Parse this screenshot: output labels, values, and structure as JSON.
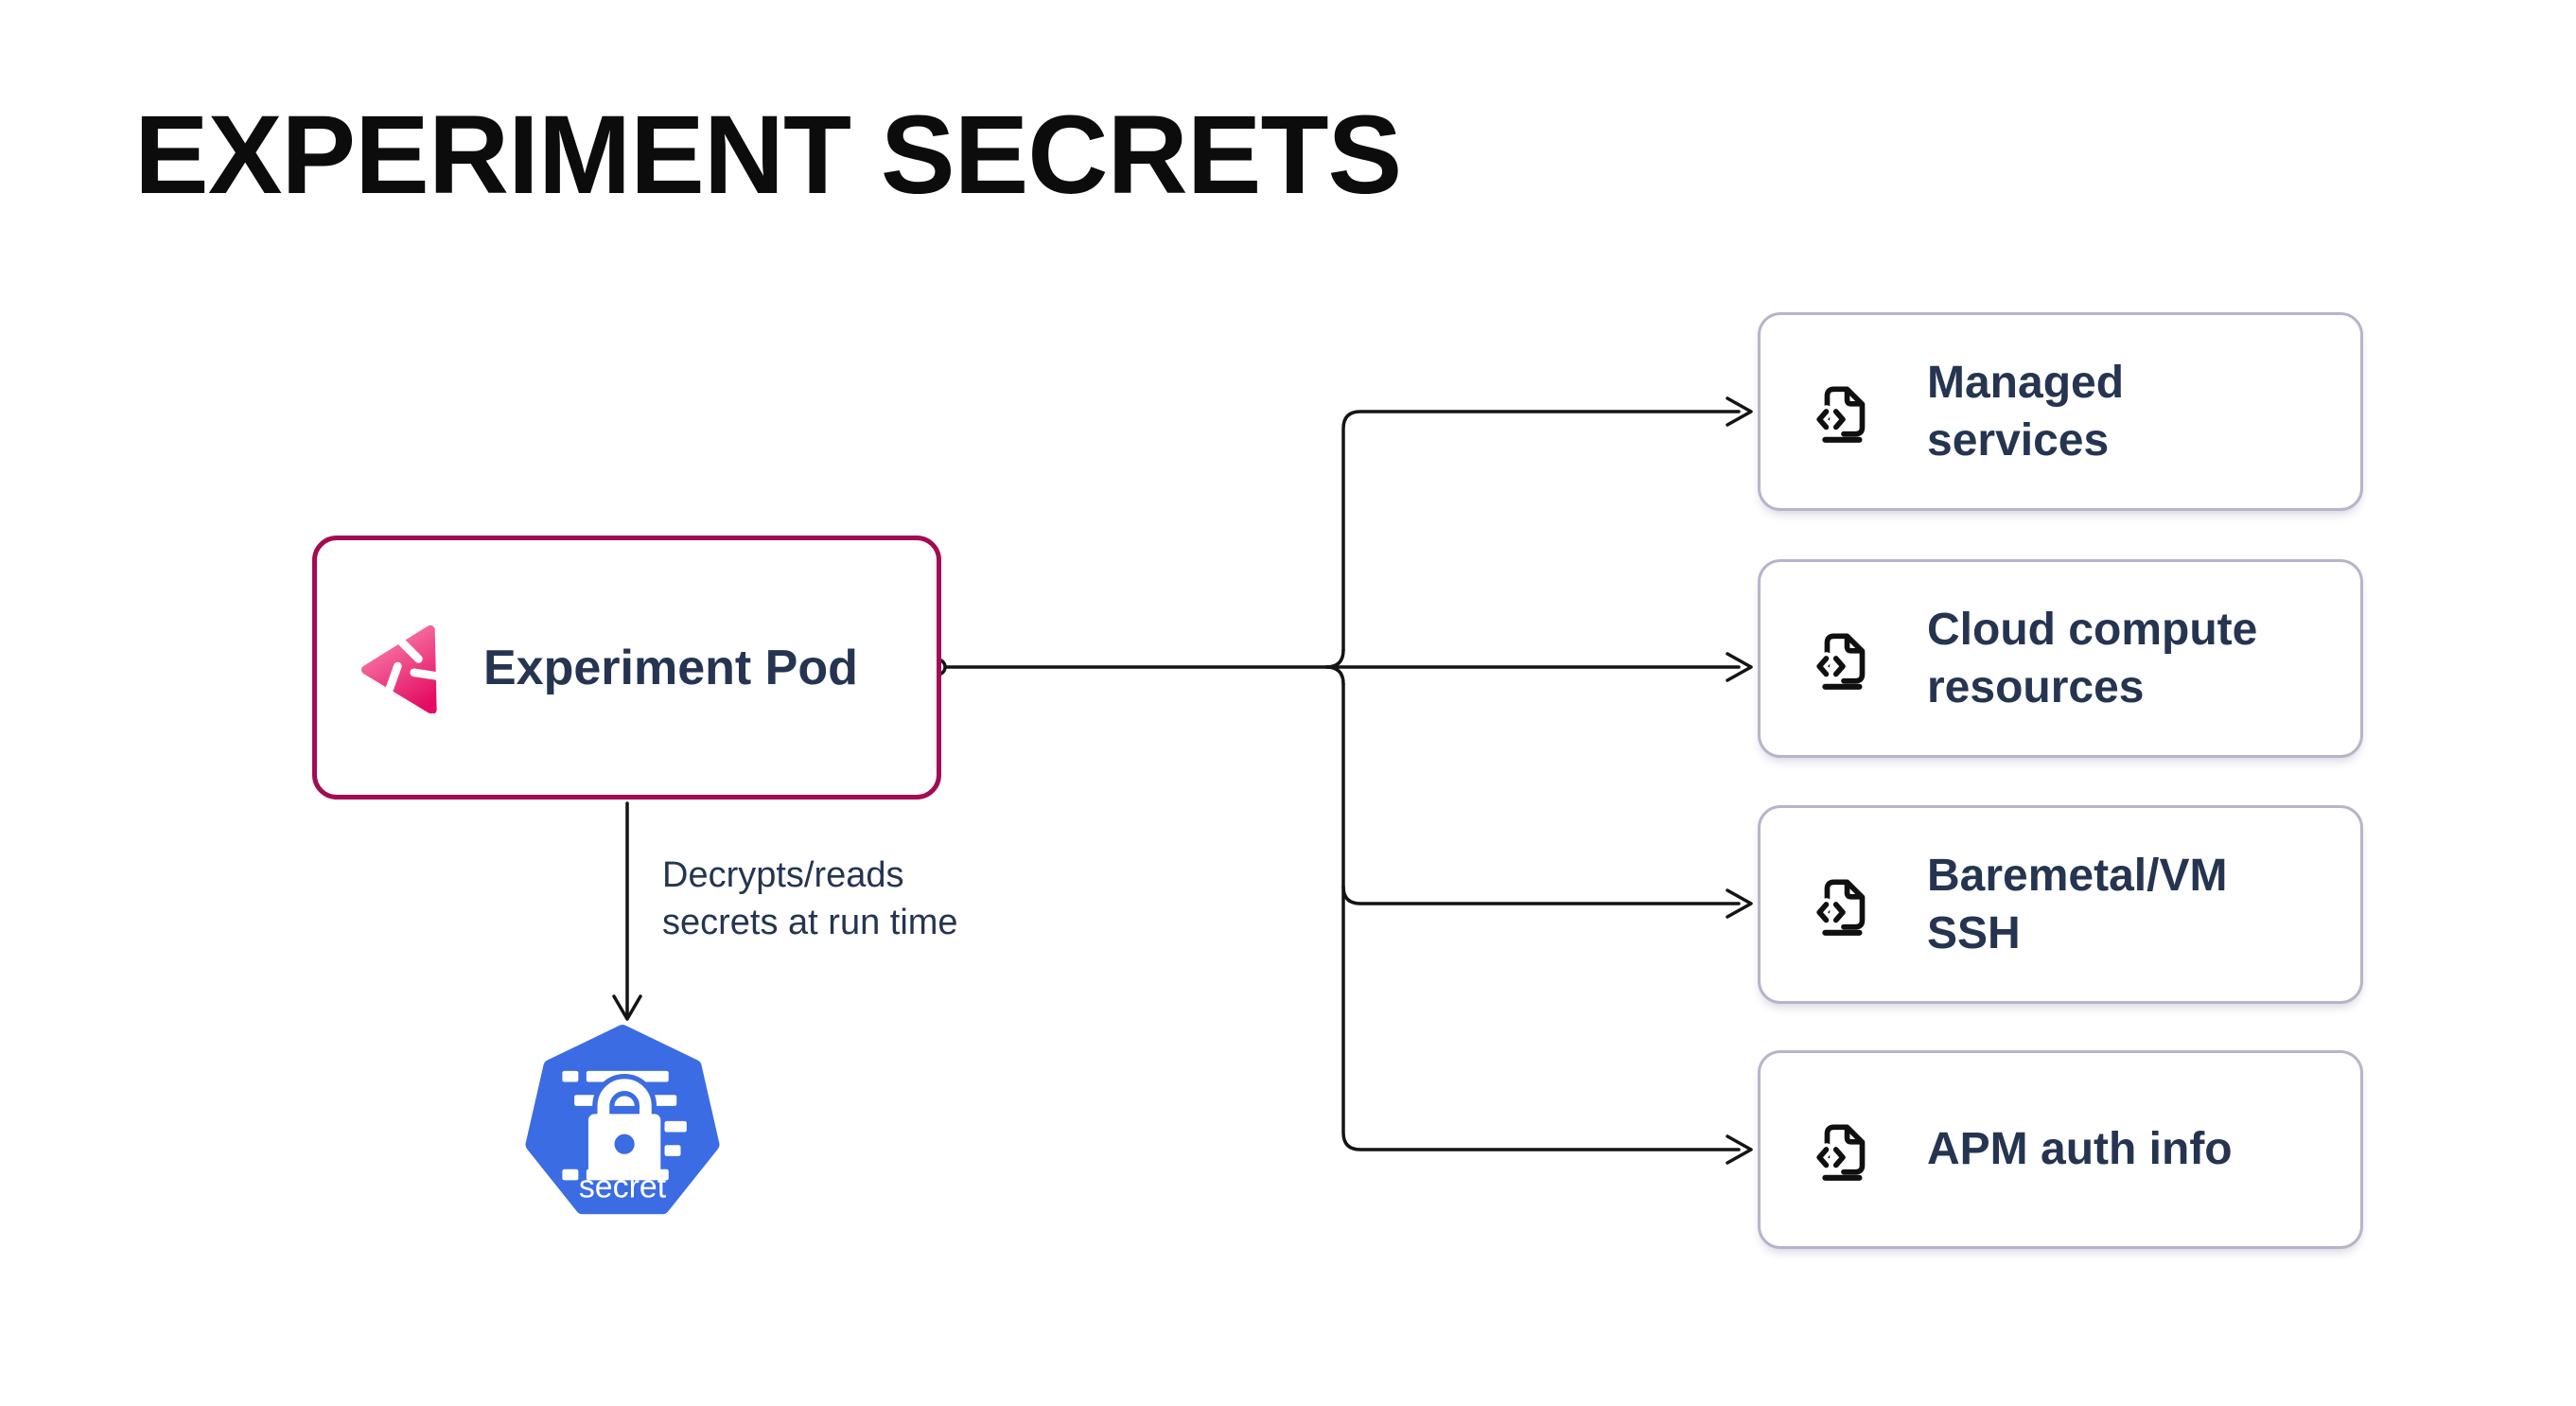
{
  "title": "EXPERIMENT SECRETS",
  "pod": {
    "label": "Experiment Pod",
    "icon": "experiment-pod-icon"
  },
  "edge_label": {
    "line1": "Decrypts/reads",
    "line2": "secrets at run time"
  },
  "secret_node": {
    "label": "secret",
    "icon": "kubernetes-secret-icon"
  },
  "targets": [
    {
      "label": "Managed services",
      "icon": "file-code-icon"
    },
    {
      "label": "Cloud compute resources",
      "icon": "file-code-icon"
    },
    {
      "label": "Baremetal/VM SSH",
      "icon": "file-code-icon"
    },
    {
      "label": "APM auth info",
      "icon": "file-code-icon"
    }
  ],
  "colors": {
    "background": "#ffffff",
    "title_text": "#0c0c0c",
    "navy_text": "#253551",
    "pod_border": "#a30b52",
    "target_border": "#b7b4ca",
    "connector": "#141414",
    "kubernetes_blue": "#3b6ce3",
    "pod_icon_gradient_start": "#f981ac",
    "pod_icon_gradient_end": "#e40d63"
  }
}
